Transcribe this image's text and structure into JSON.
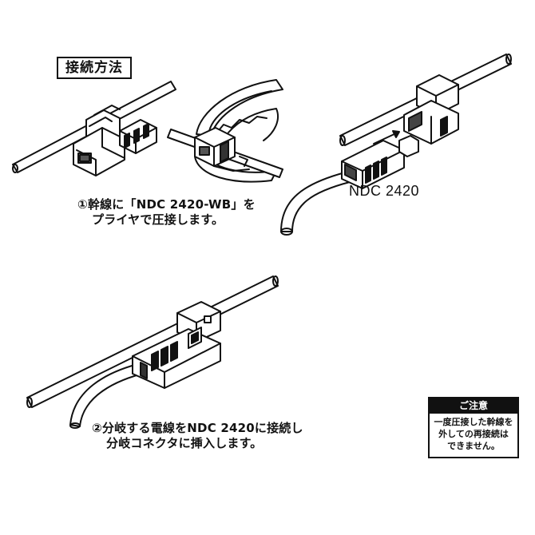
{
  "title": "接続方法",
  "steps": [
    {
      "line1": "①幹線に「NDC 2420-WB」を",
      "line2": "プライヤで圧接します。"
    },
    {
      "line1": "②分岐する電線をNDC 2420に接続し",
      "line2": "分岐コネクタに挿入します。"
    }
  ],
  "product_label": "NDC 2420",
  "notice": {
    "heading": "ご注意",
    "lines": [
      "一度圧接した幹線を",
      "外しての再接続は",
      "できません。"
    ]
  }
}
